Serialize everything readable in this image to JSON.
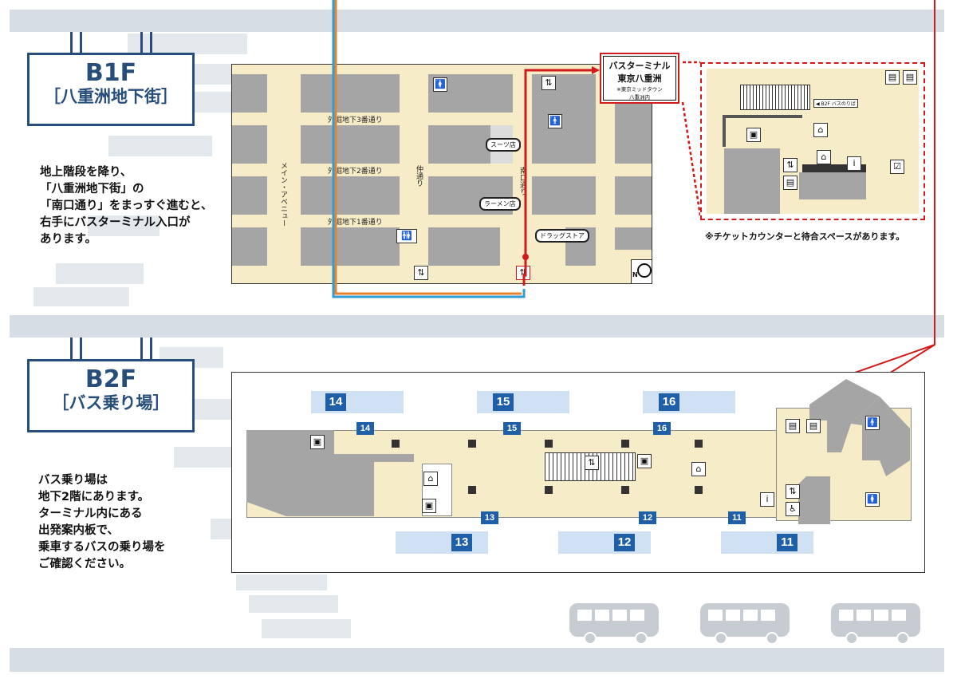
{
  "b1f": {
    "level": "B1F",
    "name": "［八重洲地下街］",
    "description": "地上階段を降り、\n「八重洲地下街」の\n「南口通り」をまっすぐ進むと、\n右手にバスターミナル入口が\nあります。",
    "streets": {
      "s3": "外堀地下3番通り",
      "s2": "外堀地下2番通り",
      "s1": "外堀地下1番通り",
      "main_avenue": "メイン・アベニュー",
      "naka": "仲通り",
      "minamiguchi": "南口通り"
    },
    "shops": [
      "スーツ店",
      "ラーメン店",
      "ドラッグストア"
    ],
    "compass": "N"
  },
  "terminal_sign": {
    "line1": "バスターミナル",
    "line2": "東京八重洲",
    "line3": "※東京ミッドタウン",
    "line4": "八重洲内"
  },
  "detail_panel": {
    "sign": "◀ B2F バスのりば",
    "note": "※チケットカウンターと待合スペースがあります。"
  },
  "b2f": {
    "level": "B2F",
    "name": "［バス乗り場］",
    "description": "バス乗り場は\n地下2階にあります。\nターミナル内にある\n出発案内板で、\n乗車するバスの乗り場を\nご確認ください。",
    "bays_top": [
      "14",
      "15",
      "16"
    ],
    "bays_bottom": [
      "13",
      "12",
      "11"
    ]
  },
  "colors": {
    "navy": "#274e7a",
    "route_red": "#d21a1a",
    "route_blue": "#2f9dd8",
    "route_orange": "#e8822b",
    "bay_blue": "#1f5fa8",
    "floor_yellow": "#f6ecc8",
    "band_grey": "#d6dde4"
  },
  "icons": [
    "toilet-icon",
    "escalator-icon",
    "elevator-icon",
    "ticket-machine-icon",
    "info-icon",
    "wheelchair-icon",
    "bus-icon"
  ]
}
